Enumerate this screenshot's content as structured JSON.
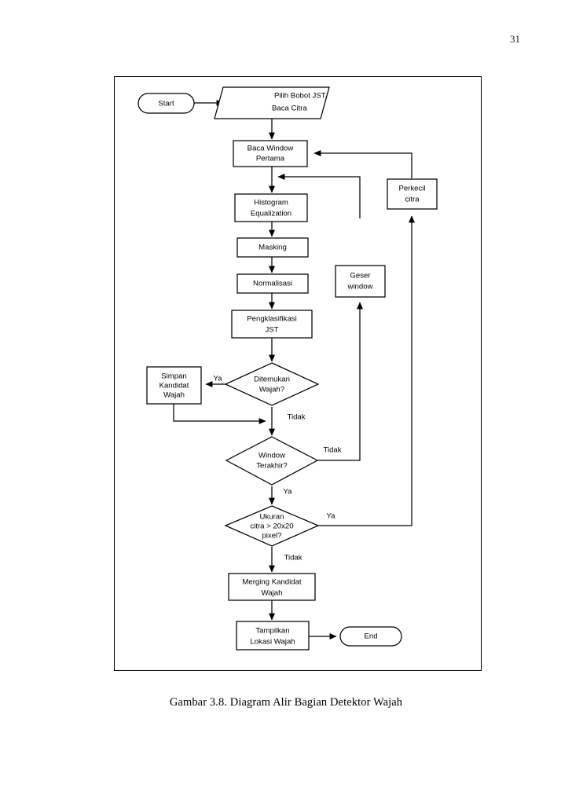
{
  "page": {
    "number": "31",
    "caption": "Gambar 3.8. Diagram Alir Bagian Detektor Wajah"
  },
  "chart_data": {
    "type": "diagram",
    "diagram_kind": "flowchart",
    "title": "Gambar 3.8. Diagram Alir Bagian Detektor Wajah",
    "language": "id",
    "nodes": [
      {
        "id": "start",
        "shape": "terminator",
        "label": "Start"
      },
      {
        "id": "input",
        "shape": "parallelogram",
        "label_line1": "Pilih Bobot JST,",
        "label_line2": "Baca Citra"
      },
      {
        "id": "window1",
        "shape": "process",
        "label_line1": "Baca Window",
        "label_line2": "Pertama"
      },
      {
        "id": "histeq",
        "shape": "process",
        "label_line1": "Histogram",
        "label_line2": "Equalization"
      },
      {
        "id": "masking",
        "shape": "process",
        "label_line1": "Masking",
        "label_line2": ""
      },
      {
        "id": "normalisasi",
        "shape": "process",
        "label_line1": "Normalisasi",
        "label_line2": ""
      },
      {
        "id": "klasifikasi",
        "shape": "process",
        "label_line1": "Pengklasifikasi",
        "label_line2": "JST"
      },
      {
        "id": "simpan",
        "shape": "process",
        "label_line1": "Simpan",
        "label_line2": "Kandidat",
        "label_line3": "Wajah"
      },
      {
        "id": "geser",
        "shape": "process",
        "label_line1": "Geser",
        "label_line2": "window"
      },
      {
        "id": "perkecil",
        "shape": "process",
        "label_line1": "Perkecil",
        "label_line2": "citra"
      },
      {
        "id": "ditemukan",
        "shape": "decision",
        "label_line1": "Ditemukan",
        "label_line2": "Wajah?"
      },
      {
        "id": "terakhir",
        "shape": "decision",
        "label_line1": "Window",
        "label_line2": "Terakhir?"
      },
      {
        "id": "ukuran",
        "shape": "decision",
        "label_line1": "Ukuran",
        "label_line2": "citra > 20x20",
        "label_line3": "pixel?"
      },
      {
        "id": "merging",
        "shape": "process",
        "label_line1": "Merging Kandidat",
        "label_line2": "Wajah"
      },
      {
        "id": "tampilkan",
        "shape": "process",
        "label_line1": "Tampilkan",
        "label_line2": "Lokasi Wajah"
      },
      {
        "id": "end",
        "shape": "terminator",
        "label": "End"
      }
    ],
    "edge_labels": {
      "ditemukan_ya": "Ya",
      "ditemukan_tidak": "Tidak",
      "terakhir_tidak": "Tidak",
      "terakhir_ya": "Ya",
      "ukuran_ya": "Ya",
      "ukuran_tidak": "Tidak"
    },
    "edges": [
      {
        "from": "start",
        "to": "input",
        "label": ""
      },
      {
        "from": "input",
        "to": "window1",
        "label": ""
      },
      {
        "from": "window1",
        "to": "histeq",
        "label": ""
      },
      {
        "from": "histeq",
        "to": "masking",
        "label": ""
      },
      {
        "from": "masking",
        "to": "normalisasi",
        "label": ""
      },
      {
        "from": "normalisasi",
        "to": "klasifikasi",
        "label": ""
      },
      {
        "from": "klasifikasi",
        "to": "ditemukan",
        "label": ""
      },
      {
        "from": "ditemukan",
        "to": "simpan",
        "label": "Ya"
      },
      {
        "from": "ditemukan",
        "to": "terakhir",
        "label": "Tidak"
      },
      {
        "from": "simpan",
        "to": "terakhir",
        "label": ""
      },
      {
        "from": "terakhir",
        "to": "geser",
        "label": "Tidak"
      },
      {
        "from": "geser",
        "to": "histeq",
        "label": ""
      },
      {
        "from": "terakhir",
        "to": "ukuran",
        "label": "Ya"
      },
      {
        "from": "ukuran",
        "to": "perkecil",
        "label": "Ya"
      },
      {
        "from": "perkecil",
        "to": "window1",
        "label": ""
      },
      {
        "from": "ukuran",
        "to": "merging",
        "label": "Tidak"
      },
      {
        "from": "merging",
        "to": "tampilkan",
        "label": ""
      },
      {
        "from": "tampilkan",
        "to": "end",
        "label": ""
      }
    ],
    "colors": {
      "stroke": "#000000",
      "fill": "#ffffff",
      "text": "#000000"
    }
  }
}
